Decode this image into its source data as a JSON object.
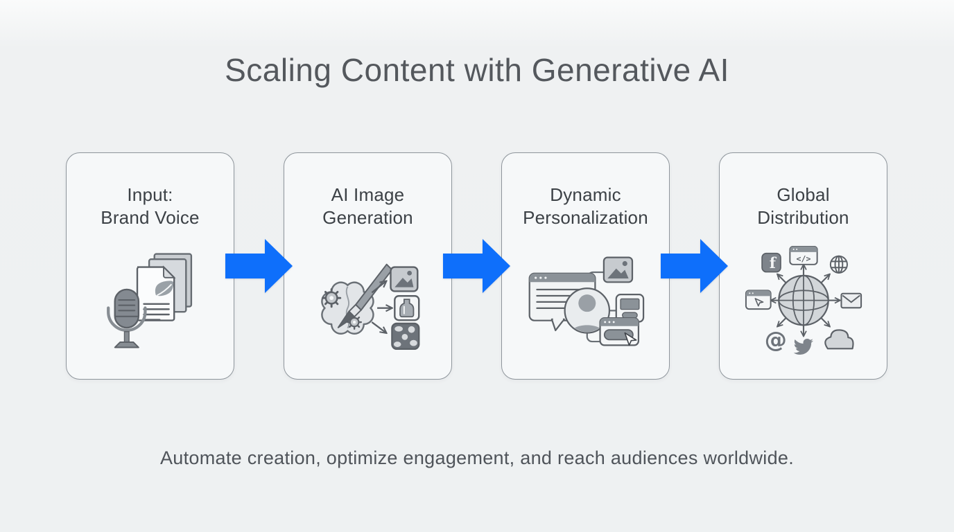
{
  "title": "Scaling Content with Generative AI",
  "caption": "Automate creation, optimize engagement, and reach audiences worldwide.",
  "colors": {
    "background": "#eff1f2",
    "card_fill": "#f6f8f9",
    "card_border": "#8e959b",
    "arrow": "#0e6ffb",
    "title_text": "#54585d",
    "heading_text": "#3c4146",
    "caption_text": "#4f545a"
  },
  "steps": [
    {
      "icon": "microphone-documents-icon",
      "label_line1": "Input:",
      "label_line2": "Brand Voice"
    },
    {
      "icon": "brain-paintbrush-icon",
      "label_line1": "AI Image",
      "label_line2": "Generation"
    },
    {
      "icon": "avatar-content-icon",
      "label_line1": "Dynamic",
      "label_line2": "Personalization"
    },
    {
      "icon": "globe-channels-icon",
      "label_line1": "Global",
      "label_line2": "Distribution"
    }
  ],
  "connector_icon": "flow-arrow-right-icon",
  "glyphs": {
    "code": "</>",
    "at_sign": "@",
    "facebook_f": "f"
  }
}
